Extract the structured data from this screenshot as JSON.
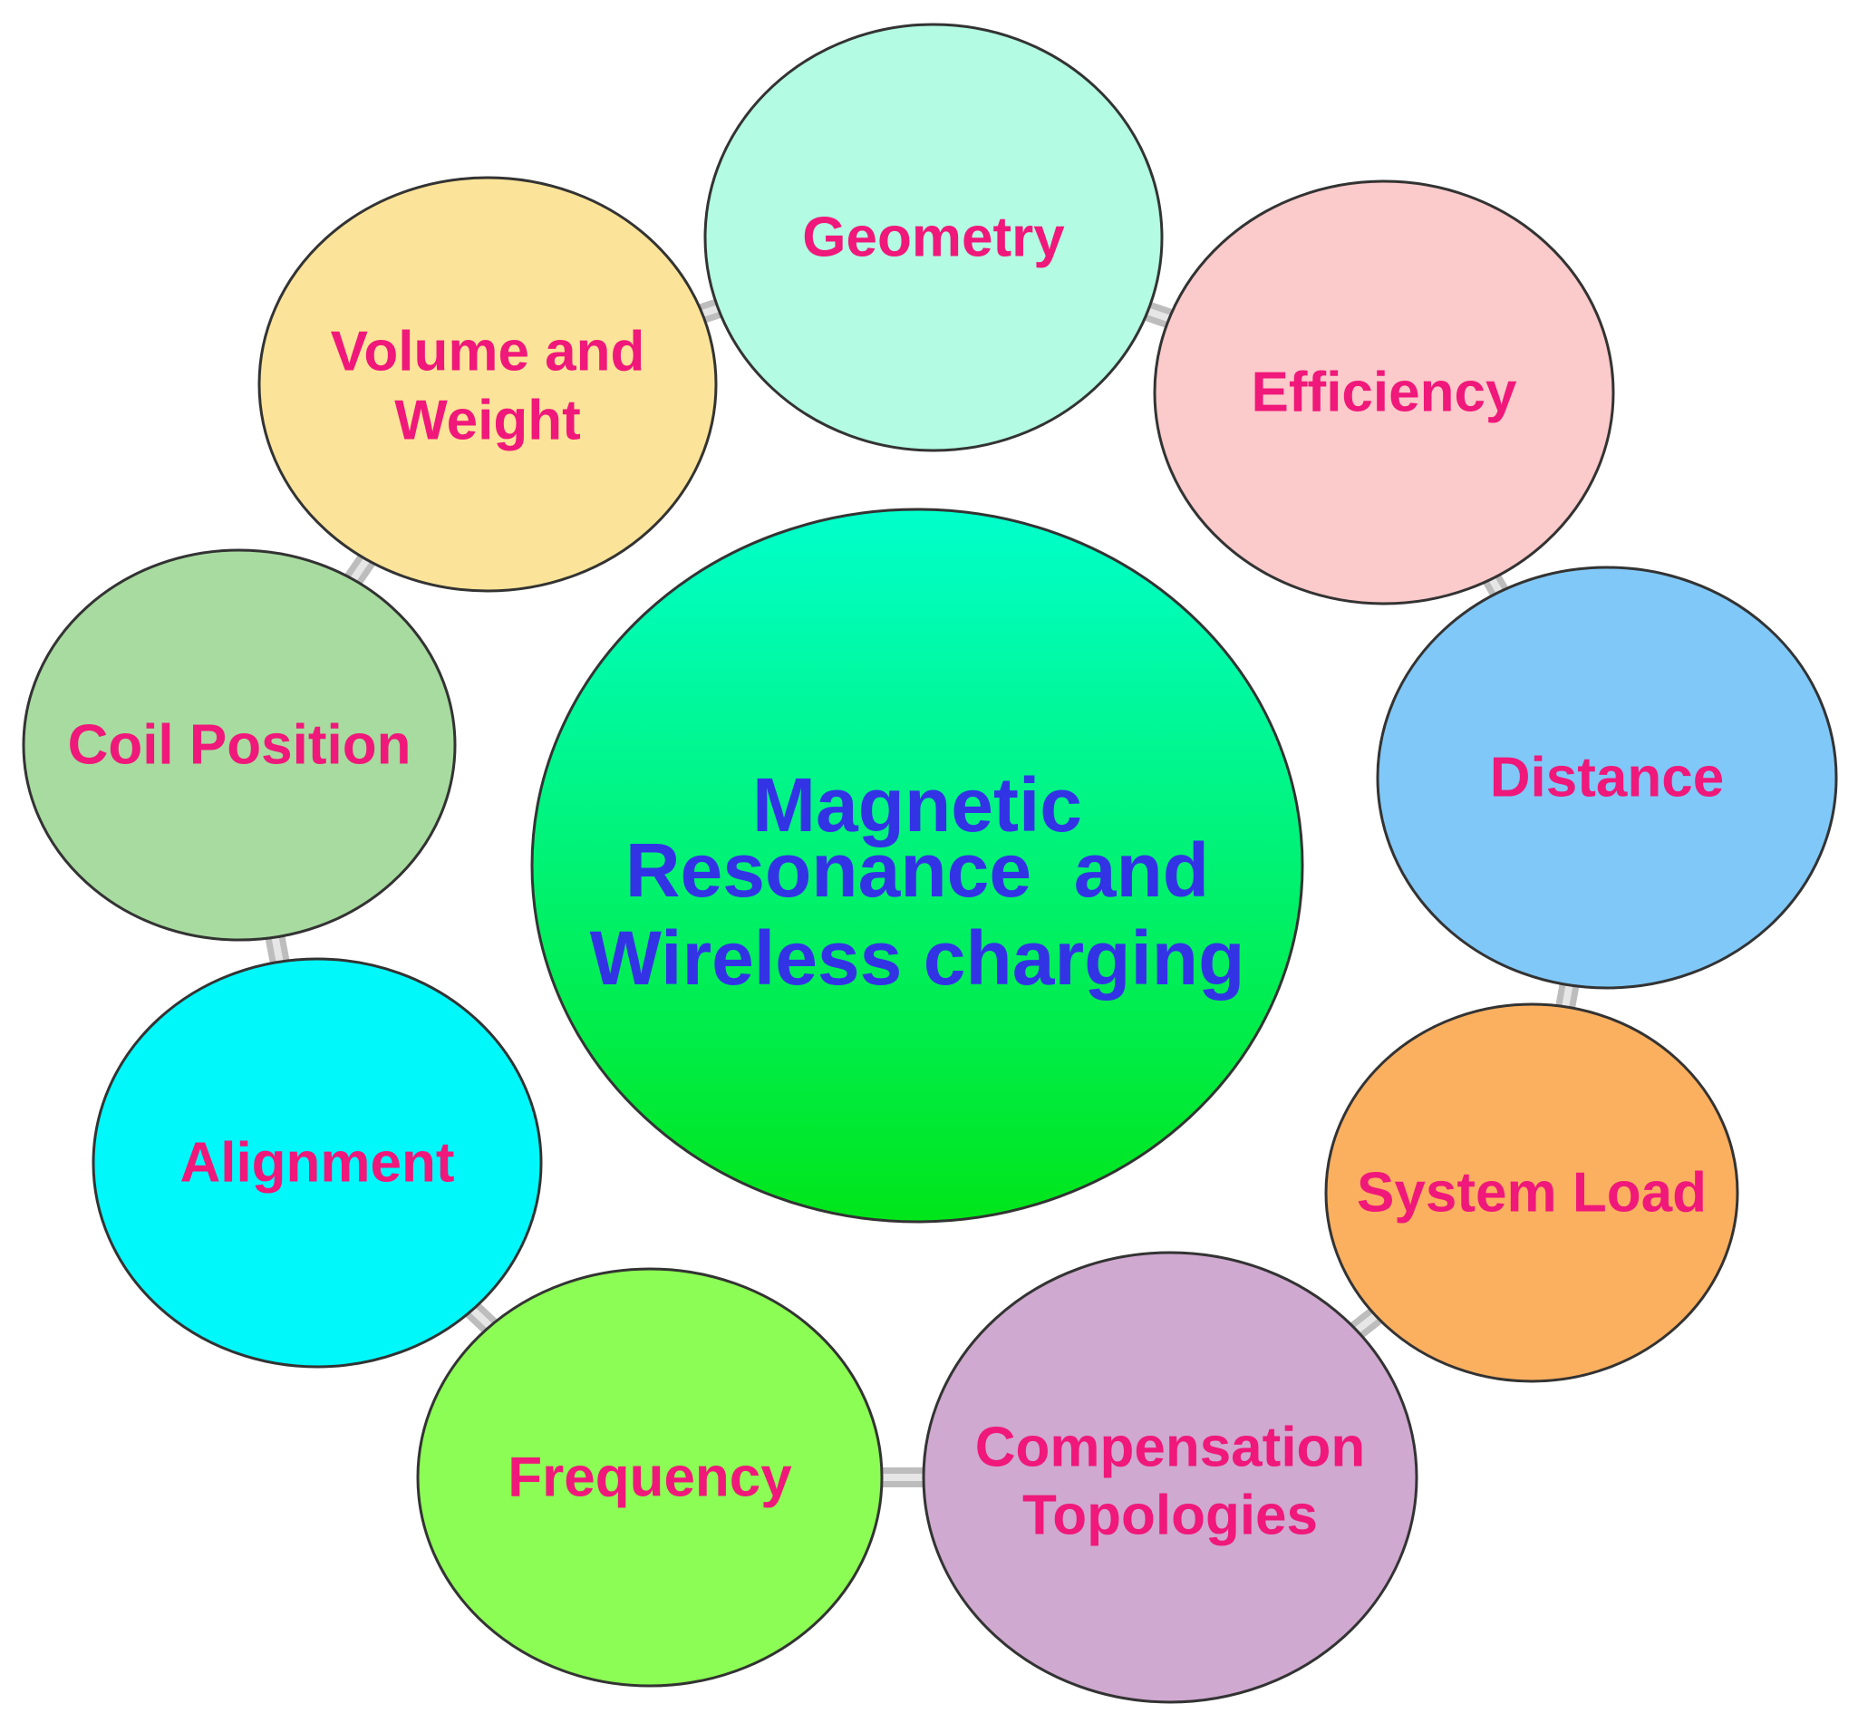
{
  "center": {
    "lines": [
      "Magnetic",
      "Resonance  and",
      "Wireless charging"
    ],
    "text_color": "#3333e6",
    "fill_top": "#00ffcc",
    "fill_bottom": "#00e61a"
  },
  "nodes": [
    {
      "id": "geometry",
      "lines": [
        "Geometry"
      ],
      "fill": "#b3fbe3"
    },
    {
      "id": "efficiency",
      "lines": [
        "Efficiency"
      ],
      "fill": "#fbcaca"
    },
    {
      "id": "distance",
      "lines": [
        "Distance"
      ],
      "fill": "#80c8f8"
    },
    {
      "id": "system-load",
      "lines": [
        "System Load"
      ],
      "fill": "#fbb060"
    },
    {
      "id": "compensation-topologies",
      "lines": [
        "Compensation",
        "Topologies"
      ],
      "fill": "#cfa9cf"
    },
    {
      "id": "frequency",
      "lines": [
        "Frequency"
      ],
      "fill": "#8cfd54"
    },
    {
      "id": "alignment",
      "lines": [
        "Alignment"
      ],
      "fill": "#00f8fb"
    },
    {
      "id": "coil-position",
      "lines": [
        "Coil Position"
      ],
      "fill": "#a8dba0"
    },
    {
      "id": "volume-and-weight",
      "lines": [
        "Volume and",
        "Weight"
      ],
      "fill": "#fbe499"
    }
  ],
  "label_color": "#f0187a",
  "outline_color": "#333333",
  "connector_color": "#bdbdbd"
}
